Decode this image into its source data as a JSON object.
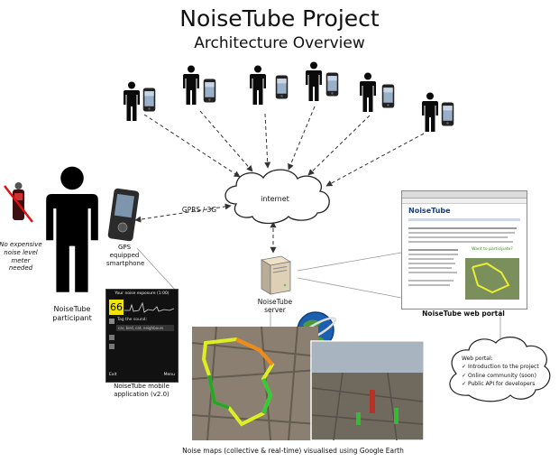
{
  "header": {
    "title": "NoiseTube Project",
    "subtitle": "Architecture Overview"
  },
  "cloud": {
    "label": "internet"
  },
  "links": {
    "gprs_label": "GPRS / 3G"
  },
  "nodes": {
    "no_meter": "No expensive noise level meter needed",
    "participant": "NoiseTube participant",
    "gps_phone": "GPS equipped smartphone",
    "server": "NoiseTube server",
    "web_portal": "NoiseTube web portal",
    "mobile_app": "NoiseTube mobile application (v2.0)",
    "maps_caption": "Noise maps (collective & real-time) visualised using Google Earth"
  },
  "phone_app": {
    "header": "Your noise exposure (1:00)",
    "db_value": "66",
    "tag_label": "Tag the sound:",
    "tag_placeholder": "car, bird, cat, neighbours",
    "softkey_left": "Exit",
    "softkey_right": "Menu"
  },
  "portal_screenshot": {
    "logo": "NoiseTube",
    "headline": "Want to participate?"
  },
  "portal_bubble": {
    "title": "Web portal:",
    "items": [
      "Introduction to the project",
      "Online community (soon)",
      "Public API for developers"
    ],
    "check_icon": "✓"
  },
  "colors": {
    "arrow": "#333333",
    "app_meter": "#f2e600",
    "map_track_green": "#33cc33",
    "map_track_yellow": "#ddee22",
    "no_sign": "#cc1111"
  }
}
